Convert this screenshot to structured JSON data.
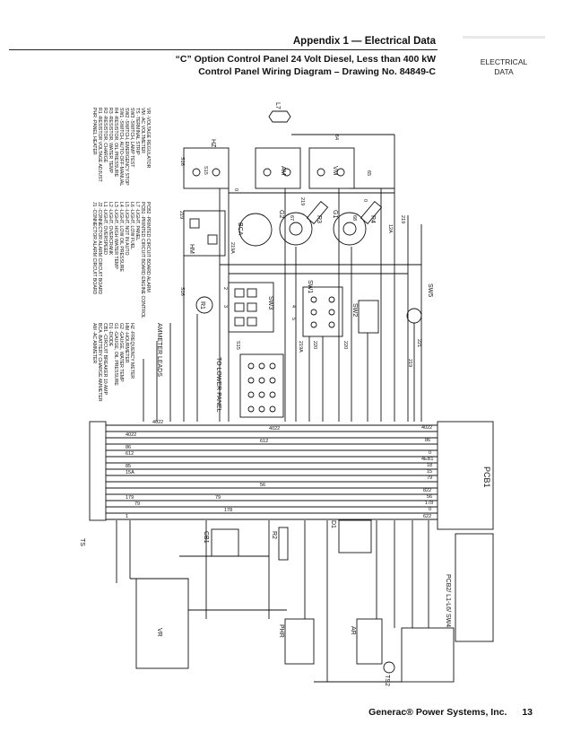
{
  "header": {
    "title": "Appendix 1 — Electrical Data",
    "line1": "“C” Option Control Panel 24 Volt Diesel, Less than 400 kW",
    "line2": "Control Panel Wiring Diagram – Drawing No. 84849-C"
  },
  "tab": {
    "line1": "ELECTRICAL",
    "line2": "DATA"
  },
  "footer": {
    "company": "Generac® Power Systems, Inc.",
    "page": "13"
  },
  "diagram": {
    "components": {
      "hz": "HZ",
      "am": "AM",
      "vm": "VM",
      "l7": "L7",
      "hm": "HM",
      "bca": "BCA",
      "g2": "G2",
      "g1": "G1",
      "r3": "R3",
      "r4": "R4",
      "sw1": "SW1",
      "sw2": "SW2",
      "sw3": "SW3",
      "sw5": "SW5",
      "r1": "R1",
      "ts": "TS",
      "pcb1": "PCB1",
      "vr": "VR",
      "phr": "PHR",
      "ar": "AR",
      "cb1": "CB1",
      "r2": "R2",
      "d1": "D1",
      "ts2": "TS2",
      "pcb2": "PCB2/ L1-L6/ SW4",
      "ammeter": "AMMETER LEADS",
      "lower": "TO LOWER PANEL"
    },
    "legend_left": [
      "AM -AC AMMETER",
      "BCA -BATTERY CHARGE AMMETER",
      "CB1 -CIRCUIT BREAKER 10 AMP",
      "D1 -DIODE",
      "G1 -GAUGE, OIL PRESSURE",
      "G2 -GAUGE, WATER TEMP",
      "HM -HOURMETER",
      "HZ -FREQUENCY METER"
    ],
    "legend_mid": [
      "J1 -CONNECTOR ALARM CIRCUIT BOARD",
      "J2 -CONNECTOR ALARM CIRCUIT BOARD",
      "L1 -LIGHT, OVERSPEED",
      "L2 -LIGHT, OVERCRANK",
      "L3 -LIGHT, HIGH WATER TEMP",
      "L4 -LIGHT, LOW OIL PRESSURE",
      "L5 -LIGHT, NOT IN AUTO",
      "L6 -LIGHT, LOW FUEL",
      "L7 -LIGHT, PANEL",
      "PCB1 -PRINTED CIRCUIT BOARD ENGINE CONTROL",
      "PCB2 -PRINTED CIRCUIT BOARD ALARM"
    ],
    "legend_right": [
      "PHR -PANEL HEATER",
      "R1 -RESISTOR VOLTAGE ADJUST",
      "R2 -RESISTOR, CHARGE",
      "R3 -RESISTOR, WATER TEMP",
      "R4 -RESISTOR, OIL PRESSURE",
      "SW1 -SWITCH, AUTO-OFF-MANUAL",
      "SW2 -SWITCH, EMERGENCY STOP",
      "SW3 -SWITCH, LAMP TEST",
      "TS -TERMINAL STRIP",
      "VM -AC VOLTMETER",
      "VR -VOLTAGE REGULATOR"
    ],
    "wire_labels": {
      "tb_rows": [
        "4022",
        "4022",
        "86",
        "612",
        "612",
        "85",
        "15A",
        "179",
        "178",
        "56",
        "4022",
        "1",
        "79",
        "79"
      ],
      "pcb1_pins": [
        "4022",
        "86",
        "0",
        "4EB1",
        "18",
        "15",
        "79",
        "822",
        "56",
        "178",
        "0",
        "622"
      ],
      "right_col": [
        "64",
        "65",
        "219",
        "0",
        "67",
        "68",
        "219",
        "12A",
        "220",
        "219"
      ],
      "upper_col": [
        "S16",
        "S15",
        "0",
        "219",
        "219A",
        "2",
        "3",
        "S15",
        "S16",
        "4",
        "5",
        "219A",
        "220",
        "221"
      ]
    }
  }
}
